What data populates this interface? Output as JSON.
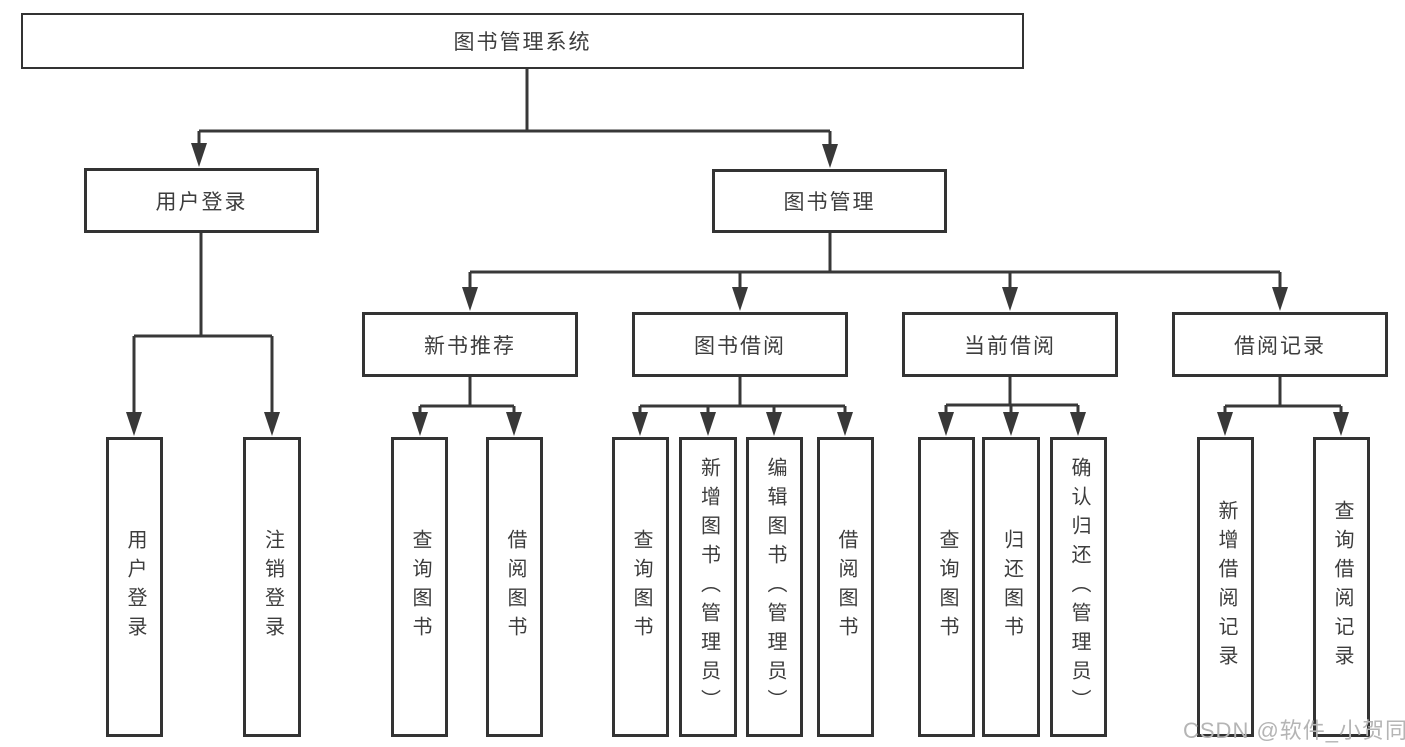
{
  "title": "图书管理系统",
  "tree": {
    "root": {
      "label": "图书管理系统"
    },
    "branches": [
      {
        "label": "用户登录",
        "children": [
          {
            "label": "用户登录"
          },
          {
            "label": "注销登录"
          }
        ]
      },
      {
        "label": "图书管理",
        "children": [
          {
            "label": "新书推荐",
            "children": [
              {
                "label": "查询图书"
              },
              {
                "label": "借阅图书"
              }
            ]
          },
          {
            "label": "图书借阅",
            "children": [
              {
                "label": "查询图书"
              },
              {
                "label": "新增图书（管理员）"
              },
              {
                "label": "编辑图书（管理员）"
              },
              {
                "label": "借阅图书"
              }
            ]
          },
          {
            "label": "当前借阅",
            "children": [
              {
                "label": "查询图书"
              },
              {
                "label": "归还图书"
              },
              {
                "label": "确认归还（管理员）"
              }
            ]
          },
          {
            "label": "借阅记录",
            "children": [
              {
                "label": "新增借阅记录"
              },
              {
                "label": "查询借阅记录"
              }
            ]
          }
        ]
      }
    ]
  },
  "watermark": {
    "text": "CSDN @软件_小贺同学",
    "color": "#b5b5b5"
  },
  "colors": {
    "line": "#383838",
    "box_border": "#333333",
    "box_fill": "#ffffff",
    "text": "#3d3d3d",
    "background": "#ffffff"
  }
}
